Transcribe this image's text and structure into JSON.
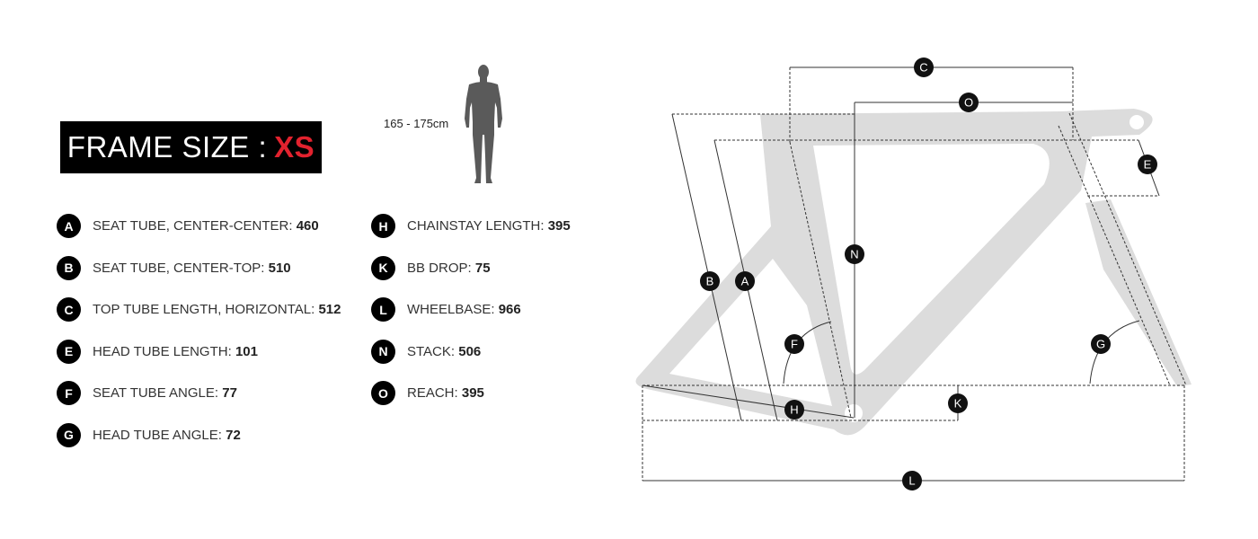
{
  "title": {
    "label": "FRAME SIZE :",
    "size": "XS",
    "size_color": "#e2222e"
  },
  "rider": {
    "height_range": "165 - 175cm",
    "icon": "person-silhouette-icon"
  },
  "specs_left": [
    {
      "letter": "A",
      "label": "SEAT TUBE, CENTER-CENTER:",
      "value": "460"
    },
    {
      "letter": "B",
      "label": "SEAT TUBE, CENTER-TOP:",
      "value": "510"
    },
    {
      "letter": "C",
      "label": "TOP TUBE LENGTH, HORIZONTAL:",
      "value": "512"
    },
    {
      "letter": "E",
      "label": "HEAD TUBE LENGTH:",
      "value": "101"
    },
    {
      "letter": "F",
      "label": "SEAT TUBE ANGLE:",
      "value": "77"
    },
    {
      "letter": "G",
      "label": "HEAD TUBE ANGLE:",
      "value": "72"
    }
  ],
  "specs_right": [
    {
      "letter": "H",
      "label": "CHAINSTAY LENGTH:",
      "value": "395"
    },
    {
      "letter": "K",
      "label": "BB DROP:",
      "value": "75"
    },
    {
      "letter": "L",
      "label": "WHEELBASE:",
      "value": "966"
    },
    {
      "letter": "N",
      "label": "STACK:",
      "value": "506"
    },
    {
      "letter": "O",
      "label": "REACH:",
      "value": "395"
    }
  ],
  "diagram": {
    "frame_color": "#dcdcdc",
    "line_color": "#333333",
    "badges": [
      "C",
      "O",
      "E",
      "N",
      "B",
      "A",
      "F",
      "G",
      "H",
      "K",
      "L"
    ]
  }
}
